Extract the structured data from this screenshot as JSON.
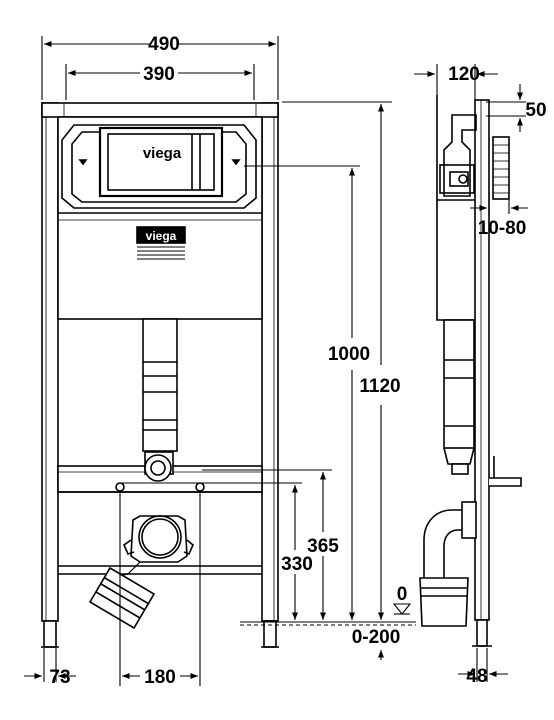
{
  "dimensions": {
    "overall_width": "490",
    "inner_width": "390",
    "depth": "120",
    "top_offset": "50",
    "adjust_range": "10-80",
    "height_1000": "1000",
    "height_1120": "1120",
    "height_365": "365",
    "height_330": "330",
    "floor_zero": "0",
    "floor_range": "0-200",
    "foot_73": "73",
    "spacing_180": "180",
    "foot_48": "48"
  },
  "logos": {
    "panel_logo": "viega",
    "label_logo": "viega"
  }
}
